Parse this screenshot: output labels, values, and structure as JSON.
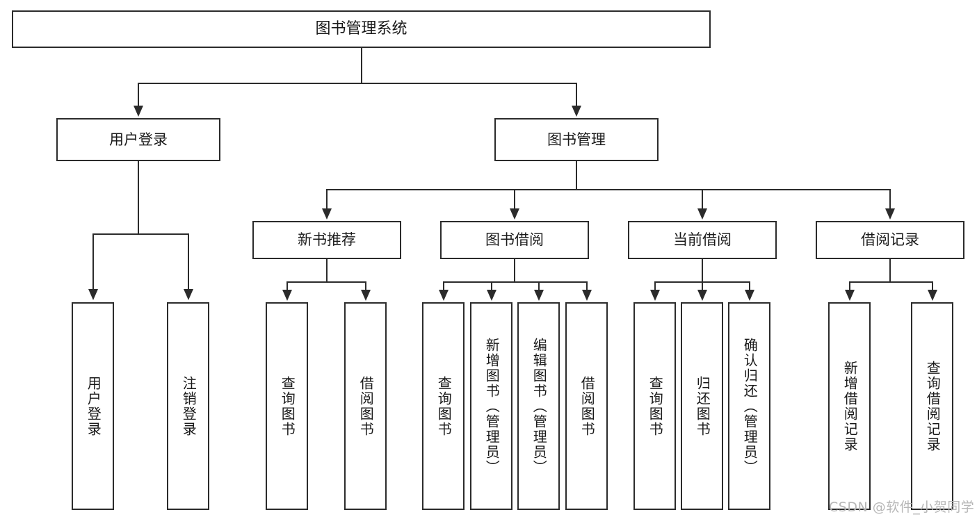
{
  "diagram": {
    "type": "tree",
    "title": "图书管理系统",
    "root": {
      "label": "图书管理系统"
    },
    "level2": [
      {
        "label": "用户登录"
      },
      {
        "label": "图书管理"
      }
    ],
    "level3": [
      {
        "label": "新书推荐"
      },
      {
        "label": "图书借阅"
      },
      {
        "label": "当前借阅"
      },
      {
        "label": "借阅记录"
      }
    ],
    "leaves": {
      "user_login": [
        {
          "label": "用户登录"
        },
        {
          "label": "注销登录"
        }
      ],
      "new_book_recommend": [
        {
          "label": "查询图书"
        },
        {
          "label": "借阅图书"
        }
      ],
      "book_borrow": [
        {
          "label": "查询图书"
        },
        {
          "label": "新增图书（管理员）"
        },
        {
          "label": "编辑图书（管理员）"
        },
        {
          "label": "借阅图书"
        }
      ],
      "current_borrow": [
        {
          "label": "查询图书"
        },
        {
          "label": "归还图书"
        },
        {
          "label": "确认归还（管理员）"
        }
      ],
      "borrow_record": [
        {
          "label": "新增借阅记录"
        },
        {
          "label": "查询借阅记录"
        }
      ]
    }
  },
  "watermark": {
    "text": "CSDN @软件_小贺同学"
  },
  "colors": {
    "stroke": "#2b2b2b",
    "fill": "#ffffff",
    "text": "#1a1a1a",
    "watermark": "#b7b7b7"
  }
}
